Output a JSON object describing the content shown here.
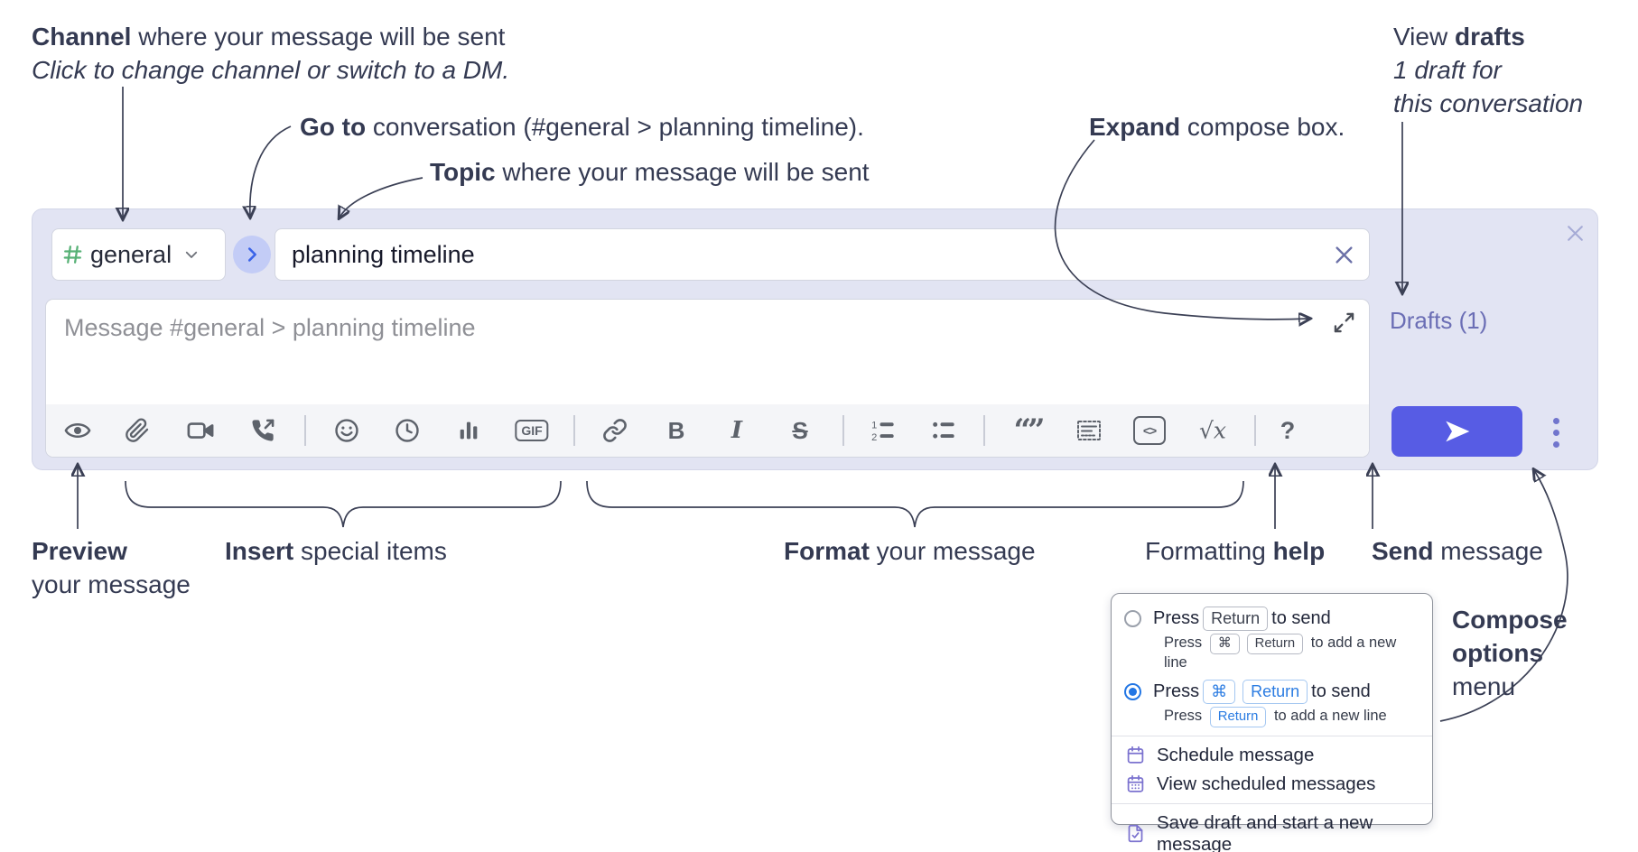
{
  "annotations": {
    "channel": {
      "bold": "Channel",
      "rest": " where your message will be sent",
      "line2": "Click to change channel or switch to a DM."
    },
    "goto": {
      "bold": "Go to",
      "rest": " conversation (#general > planning timeline)."
    },
    "topic": {
      "bold": "Topic",
      "rest": " where your message will be sent"
    },
    "expand": {
      "bold": "Expand",
      "rest": " compose box."
    },
    "drafts": {
      "pre": "View ",
      "bold": "drafts",
      "line2": "1 draft for",
      "line3": "this conversation"
    },
    "preview": {
      "bold": "Preview",
      "line2": "your message"
    },
    "insert": {
      "bold": "Insert",
      "rest": " special items"
    },
    "format": {
      "bold": "Format",
      "rest": " your message"
    },
    "help": {
      "pre": "Formatting ",
      "bold": "help"
    },
    "send": {
      "bold": "Send",
      "rest": " message"
    },
    "compose_options": {
      "bold1": "Compose",
      "bold2": "options",
      "rest": "menu"
    }
  },
  "compose": {
    "channel": {
      "name": "general",
      "hash_icon": "channel-hash-icon",
      "chevron_icon": "chevron-down-icon"
    },
    "goto_icon": "chevron-right-icon",
    "topic": {
      "value": "planning timeline",
      "clear_icon": "close-icon"
    },
    "message": {
      "placeholder": "Message #general > planning timeline",
      "expand_icon": "expand-diagonal-icon"
    },
    "close_icon": "close-icon",
    "drafts_link": "Drafts (1)",
    "toolbar_icons": [
      "preview-eye",
      "attach-paperclip",
      "video-call",
      "audio-call",
      "emoji-smiley",
      "time-clock",
      "poll-bars",
      "gif",
      "link",
      "bold",
      "italic",
      "strikethrough",
      "numbered-list",
      "bulleted-list",
      "quote",
      "spoiler",
      "code",
      "math",
      "help-question"
    ],
    "toolbar_labels": {
      "gif": "GIF",
      "bold": "B",
      "italic": "I",
      "strike": "S",
      "quote": "“”",
      "code": "<>",
      "math": "√x",
      "help": "?"
    },
    "send_icon": "paper-plane-icon",
    "more_icon": "vertical-ellipsis-icon"
  },
  "popup": {
    "option1": {
      "pre": "Press",
      "key1": "Return",
      "post": "to send",
      "sub_pre": "Press",
      "sub_key1": "⌘",
      "sub_key2": "Return",
      "sub_post": "to add a new line"
    },
    "option2": {
      "pre": "Press",
      "key1": "⌘",
      "key2": "Return",
      "post": "to send",
      "sub_pre": "Press",
      "sub_key1": "Return",
      "sub_post": "to add a new line"
    },
    "items": [
      {
        "label": "Schedule message",
        "icon": "calendar-icon"
      },
      {
        "label": "View scheduled messages",
        "icon": "calendar-grid-icon"
      },
      {
        "label": "Save draft and start a new message",
        "icon": "document-check-icon"
      }
    ]
  },
  "colors": {
    "compose_bg": "#e2e4f3",
    "send_button": "#575ce4",
    "drafts_link": "#6b6eb5",
    "channel_hash_green": "#57b176",
    "goto_circle_bg": "#c3ccf6",
    "goto_chevron_blue": "#3a63e8",
    "key_blue": "#2b7ce2",
    "radio_blue": "#2276e4",
    "menu_icon_purple": "#7b72cf",
    "annotation_text": "#343a52",
    "toolbar_icon": "#5d626b"
  }
}
